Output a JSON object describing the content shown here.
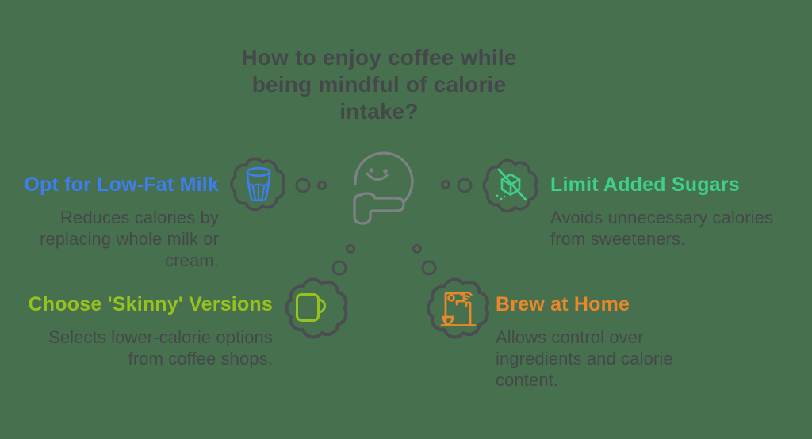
{
  "palette": {
    "background": "#47714e",
    "text": "#45484a",
    "cloud_outline": "#4b4e50",
    "face_gray": "#7f8285"
  },
  "title": {
    "text": "How to enjoy coffee while being mindful of calorie intake?",
    "lines": [
      "How to enjoy coffee while",
      "being mindful of calorie",
      "intake?"
    ]
  },
  "sections": [
    {
      "id": "opt-low-fat-milk",
      "heading": "Opt for Low-Fat Milk",
      "desc": "Reduces calories by replacing whole milk or cream.",
      "color": "#3d7ef2",
      "icon": "milk-glass-icon"
    },
    {
      "id": "limit-added-sugars",
      "heading": "Limit Added Sugars",
      "desc": "Avoids unnecessary calories from sweeteners.",
      "color": "#3ecf8e",
      "icon": "no-sugar-cube-icon"
    },
    {
      "id": "choose-skinny-versions",
      "heading": "Choose 'Skinny' Versions",
      "desc": "Selects lower-calorie options from coffee shops.",
      "color": "#97c21e",
      "icon": "coffee-mug-icon"
    },
    {
      "id": "brew-at-home",
      "heading": "Brew at Home",
      "desc": "Allows control over ingredients and calorie content.",
      "color": "#e8882b",
      "icon": "coffee-machine-icon"
    }
  ],
  "decor": {
    "center_icon": "thinking-face-icon",
    "bubble_icon": "thought-bubble-icon",
    "trail_icon": "thought-trail-dots"
  }
}
